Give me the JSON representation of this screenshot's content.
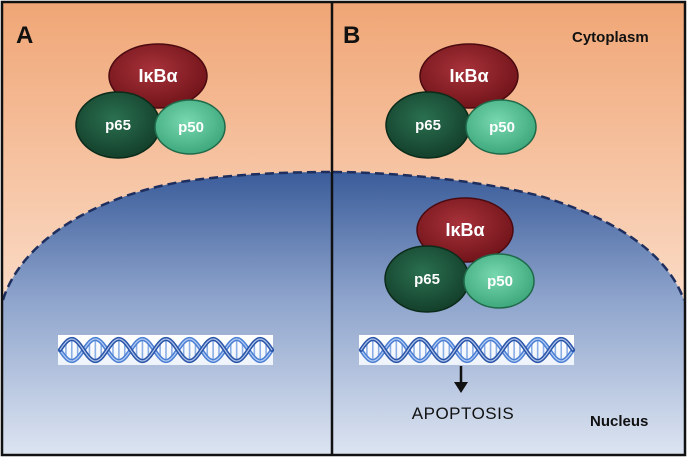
{
  "panels": {
    "a_letter": "A",
    "b_letter": "B"
  },
  "regions": {
    "cytoplasm": "Cytoplasm",
    "nucleus": "Nucleus"
  },
  "proteins": {
    "ikba": "IκBα",
    "p65": "p65",
    "p50": "p50"
  },
  "outcome": "APOPTOSIS",
  "colors": {
    "cytoplasm_top": "#F0A878",
    "cytoplasm_bottom": "#FFF4EE",
    "nucleus_top": "#3D5F9C",
    "nucleus_bottom": "#D9E2F0",
    "ikba": "#8E1E26",
    "p65": "#1E5A3C",
    "p50": "#5CC49B",
    "dna_strand": "#3C6EC8"
  }
}
